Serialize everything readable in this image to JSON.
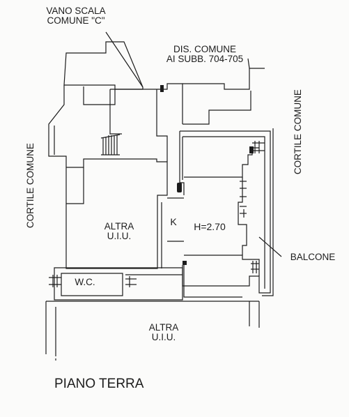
{
  "labels": {
    "vano_scala_line1": "VANO SCALA",
    "vano_scala_line2": "COMUNE \"C\"",
    "dis_comune_line1": "DIS. COMUNE",
    "dis_comune_line2": "AI SUBB. 704-705",
    "cortile_left": "CORTILE COMUNE",
    "cortile_right": "CORTILE COMUNE",
    "altra_uiu_1_line1": "ALTRA",
    "altra_uiu_1_line2": "U.I.U.",
    "kitchen": "K",
    "height": "H=2.70",
    "balcone": "BALCONE",
    "wc": "W.C.",
    "altra_uiu_2_line1": "ALTRA",
    "altra_uiu_2_line2": "U.I.U.",
    "floor_title": "PIANO TERRA"
  },
  "colors": {
    "ink": "#1c1c1c",
    "paper": "#fbfbfa"
  }
}
